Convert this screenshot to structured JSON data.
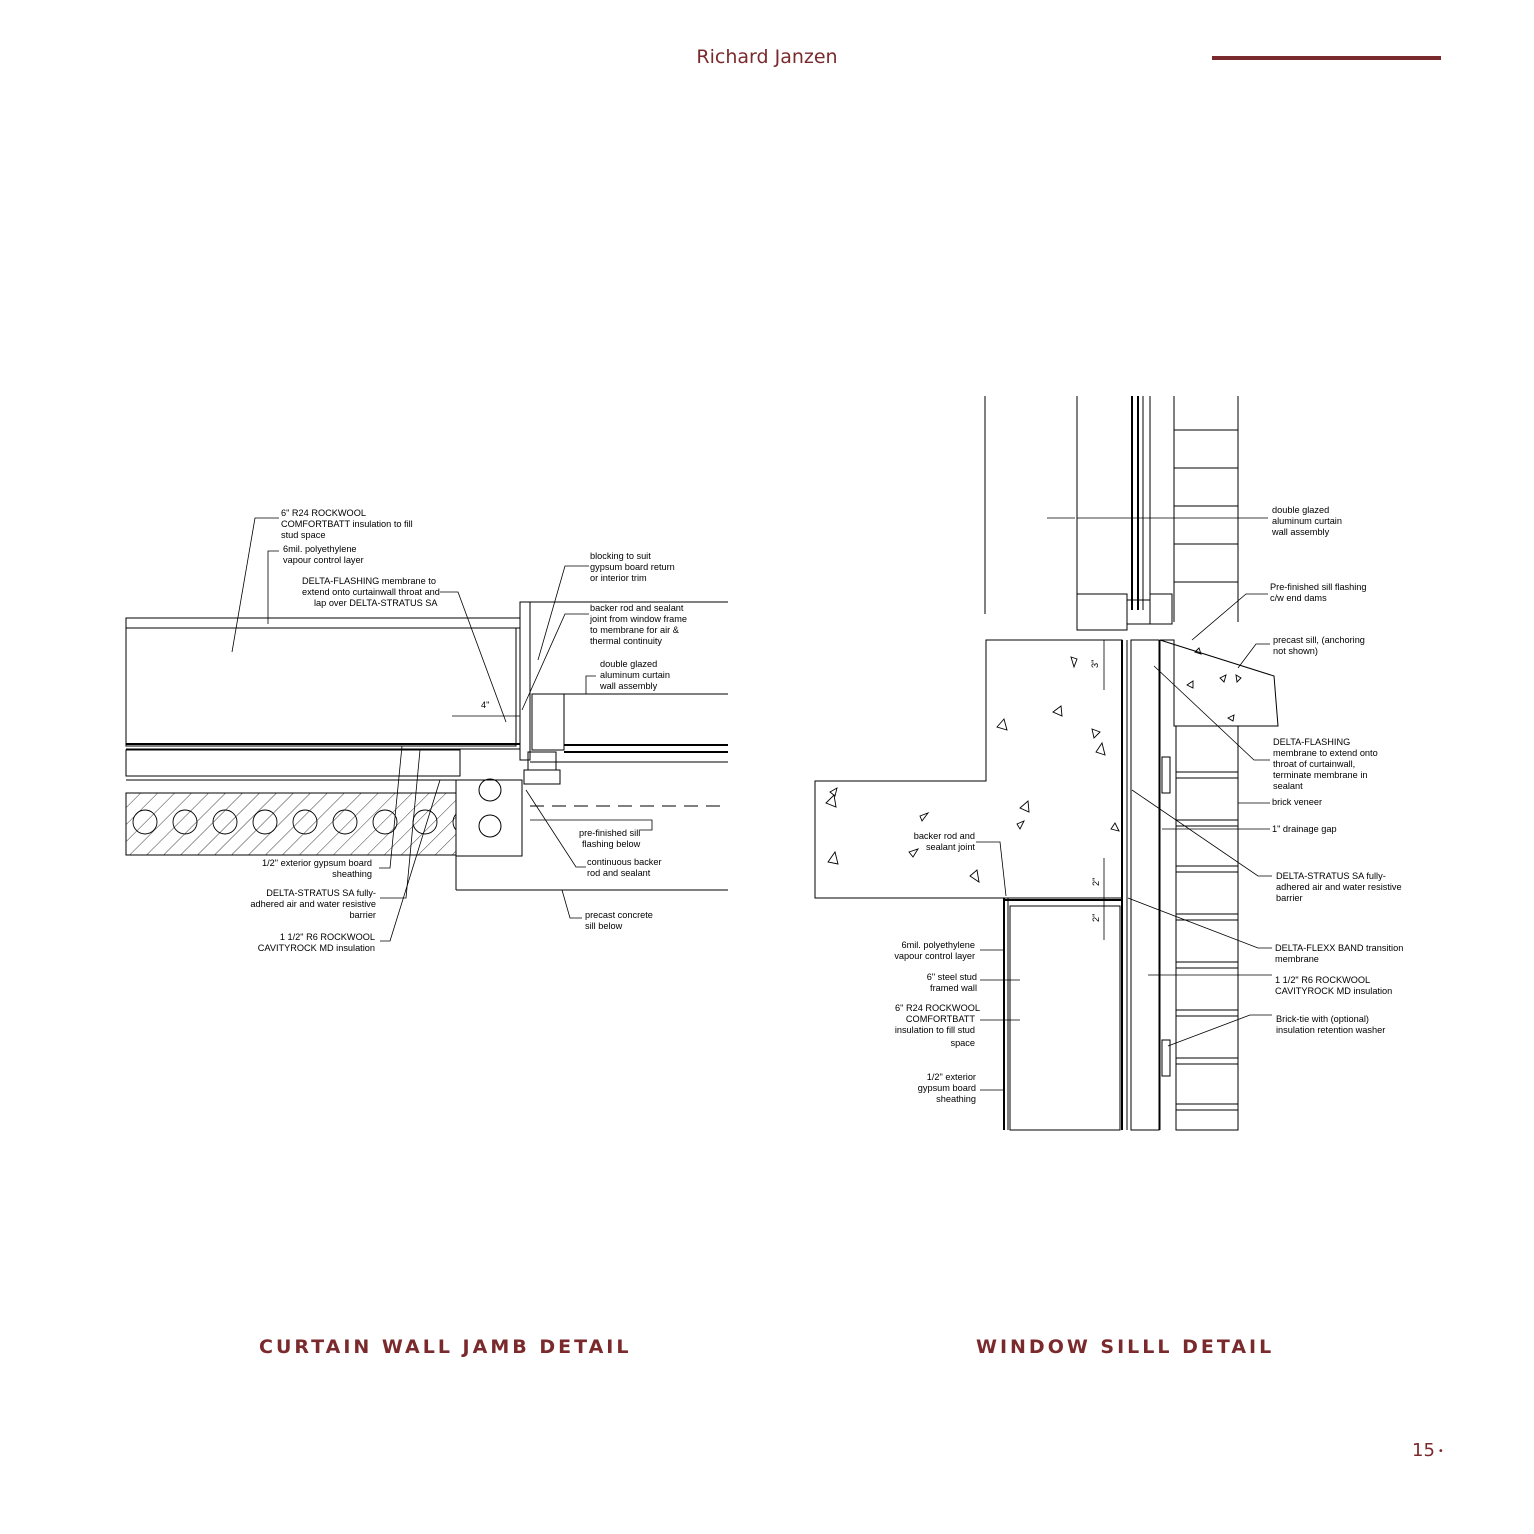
{
  "header": {
    "author": "Richard Janzen",
    "accent_color": "#7a2a2c"
  },
  "left_detail": {
    "title": "CURTAIN WALL JAMB DETAIL",
    "labels": {
      "rockwool_l1": "6\" R24 ROCKWOOL",
      "rockwool_l2": "COMFORTBATT insulation to fill",
      "rockwool_l3": "stud space",
      "poly_l1": "6mil. polyethylene",
      "poly_l2": "vapour control layer",
      "flash_l1": "DELTA-FLASHING membrane to",
      "flash_l2": "extend onto curtainwall throat and",
      "flash_l3": "lap over DELTA-STRATUS SA",
      "block_l1": "blocking to suit",
      "block_l2": "gypsum board return",
      "block_l3": "or interior trim",
      "backer_l1": "backer rod and sealant",
      "backer_l2": "joint from window frame",
      "backer_l3": "to membrane for air &",
      "backer_l4": "thermal continuity",
      "glazed_l1": "double glazed",
      "glazed_l2": "aluminum curtain",
      "glazed_l3": "wall assembly",
      "sillflash_l1": "pre-finished sill",
      "sillflash_l2": "flashing below",
      "contbacker_l1": "continuous backer",
      "contbacker_l2": "rod and sealant",
      "precast_l1": "precast concrete",
      "precast_l2": "sill below",
      "gyp_l1": "1/2\" exterior gypsum board",
      "gyp_l2": "sheathing",
      "stratus_l1": "DELTA-STRATUS SA fully-",
      "stratus_l2": "adhered air and water resistive",
      "stratus_l3": "barrier",
      "cavity_l1": "1 1/2\" R6 ROCKWOOL",
      "cavity_l2": "CAVITYROCK MD insulation",
      "dim_4": "4\""
    }
  },
  "right_detail": {
    "title": "WINDOW SILLL DETAIL",
    "labels": {
      "glazed_l1": "double glazed",
      "glazed_l2": "aluminum curtain",
      "glazed_l3": "wall assembly",
      "sillflash_l1": "Pre-finished sill flashing",
      "sillflash_l2": "c/w end dams",
      "precast_l1": "precast sill, (anchoring",
      "precast_l2": "not shown)",
      "flash_l1": "DELTA-FLASHING",
      "flash_l2": "membrane to extend onto",
      "flash_l3": "throat of curtainwall,",
      "flash_l4": "terminate membrane in",
      "flash_l5": "sealant",
      "brick": "brick veneer",
      "gap": "1\" drainage gap",
      "stratus_l1": "DELTA-STRATUS SA fully-",
      "stratus_l2": "adhered air and water resistive",
      "stratus_l3": "barrier",
      "flexx_l1": "DELTA-FLEXX BAND transition",
      "flexx_l2": "membrane",
      "cavity_l1": "1 1/2\" R6 ROCKWOOL",
      "cavity_l2": "CAVITYROCK MD insulation",
      "tie_l1": "Brick-tie with (optional)",
      "tie_l2": "insulation retention washer",
      "backer_l1": "backer rod and",
      "backer_l2": "sealant joint",
      "poly_l1": "6mil. polyethylene",
      "poly_l2": "vapour control layer",
      "stud_l1": "6\" steel stud",
      "stud_l2": "framed wall",
      "batt_l1": "6\"  R24 ROCKWOOL",
      "batt_l2": "COMFORTBATT",
      "batt_l3": "insulation to fill stud",
      "batt_l4": "space",
      "gyp_l1": "1/2\" exterior",
      "gyp_l2": "gypsum board",
      "gyp_l3": "sheathing",
      "dim_3": "3\"",
      "dim_2a": "2\"",
      "dim_2b": "2\""
    }
  },
  "footer": {
    "page_number": "15",
    "page_dot": "•"
  }
}
